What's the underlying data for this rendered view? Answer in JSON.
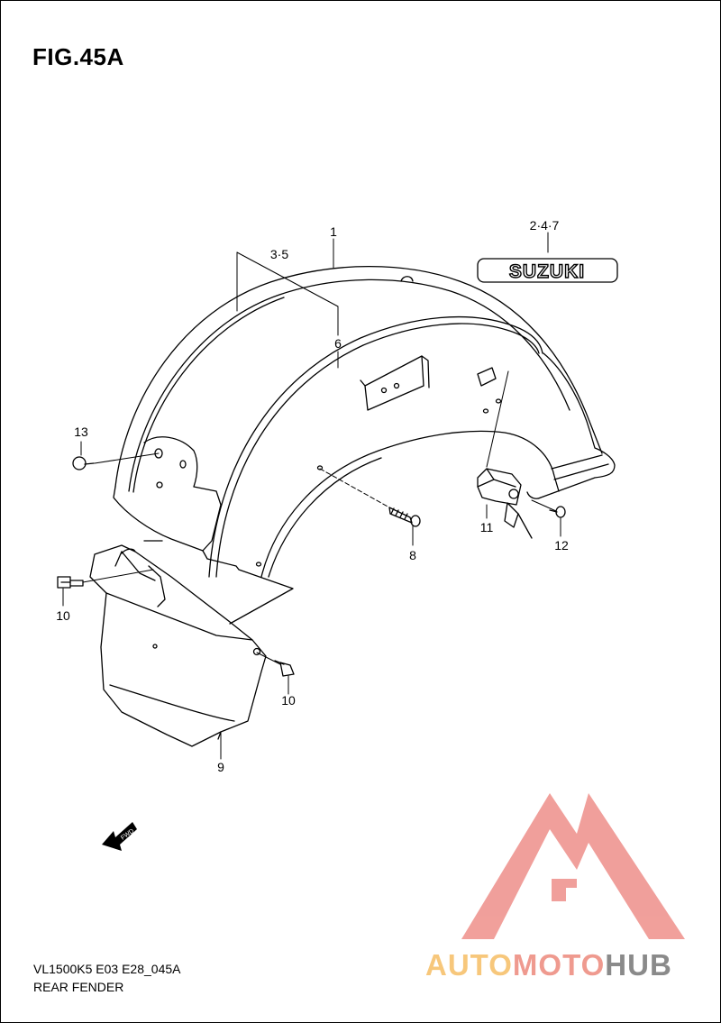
{
  "figure": {
    "title": "FIG.45A",
    "model_code": "VL1500K5 E03 E28_045A",
    "section_name": "REAR FENDER"
  },
  "callouts": [
    {
      "id": "c1",
      "label": "1"
    },
    {
      "id": "c2",
      "label": "2·4·7"
    },
    {
      "id": "c3",
      "label": "3·5"
    },
    {
      "id": "c6",
      "label": "6"
    },
    {
      "id": "c8",
      "label": "8"
    },
    {
      "id": "c9",
      "label": "9"
    },
    {
      "id": "c10a",
      "label": "10"
    },
    {
      "id": "c10b",
      "label": "10"
    },
    {
      "id": "c11",
      "label": "11"
    },
    {
      "id": "c12",
      "label": "12"
    },
    {
      "id": "c13",
      "label": "13"
    }
  ],
  "emblem": {
    "text": "SUZUKI"
  },
  "direction_arrow": {
    "text": "FWD"
  },
  "watermark": {
    "part1": "AUTO",
    "part2": "MOTO",
    "part3": "HUB",
    "colors": {
      "auto": "#f7c77b",
      "moto": "#ef9a8f",
      "hub": "#8a8a8a",
      "logo": "#ee8f8a"
    }
  }
}
